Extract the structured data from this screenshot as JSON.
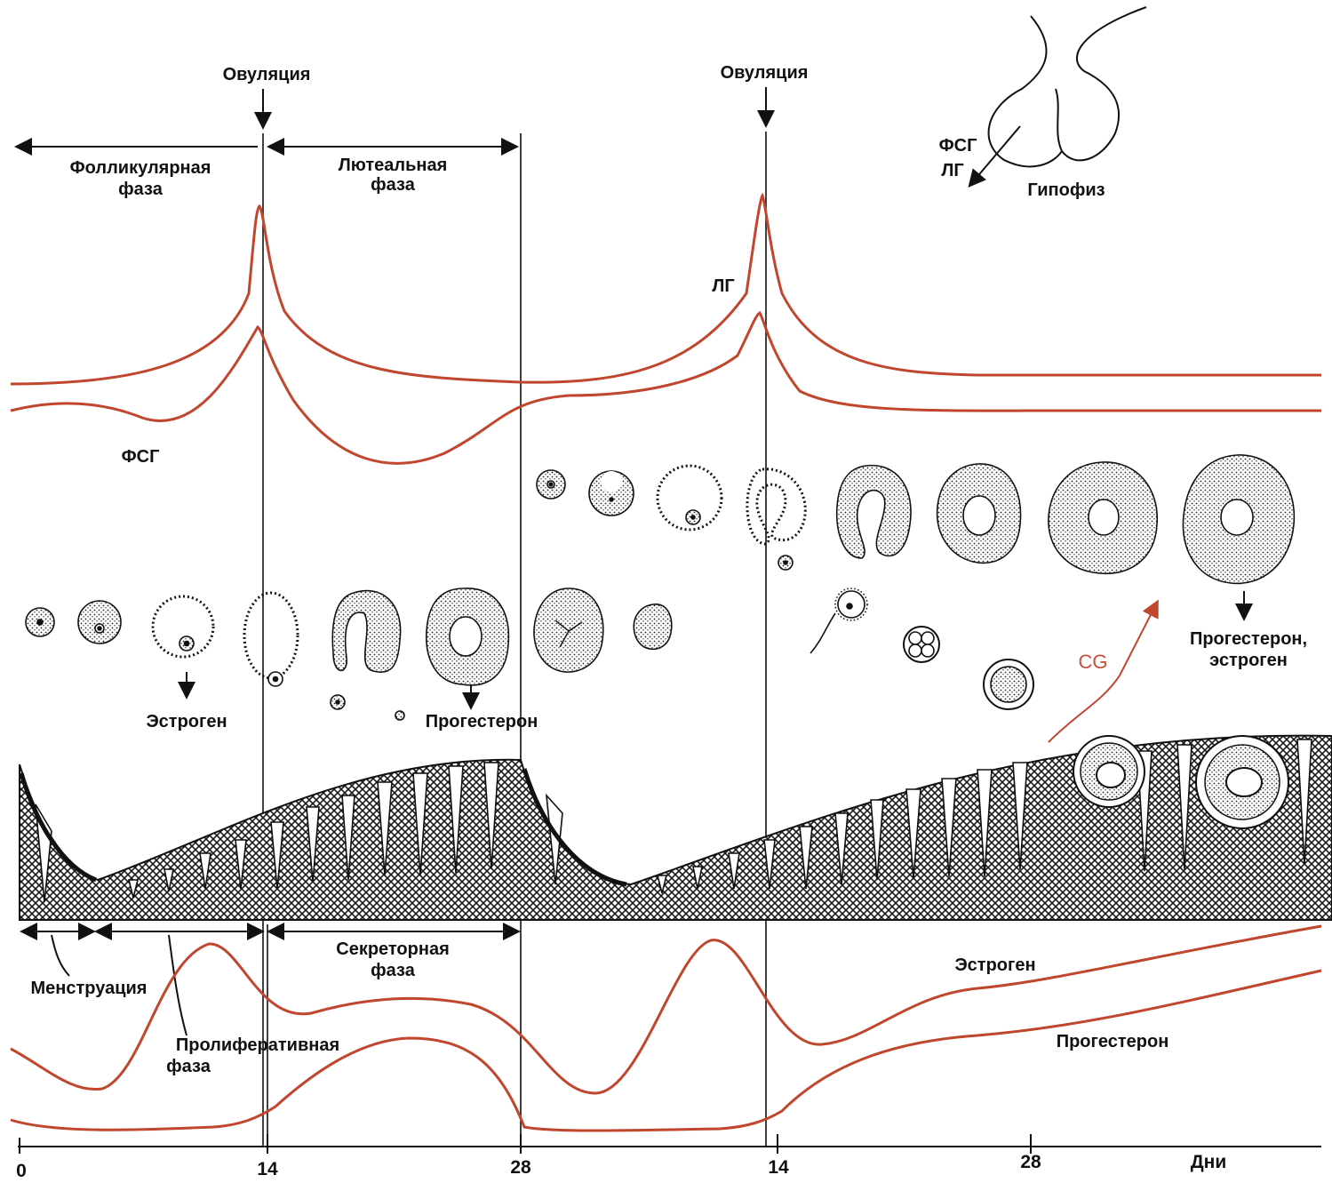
{
  "labels": {
    "ovulation_1": "Овуляция",
    "ovulation_2": "Овуляция",
    "follicular_1": "Фолликулярная",
    "follicular_2": "фаза",
    "luteal_1": "Лютеальная",
    "luteal_2": "фаза",
    "pituitary": "Гипофиз",
    "pit_fsh": "ФСГ",
    "pit_lh": "ЛГ",
    "lh": "ЛГ",
    "fsh": "ФСГ",
    "estrogen_top": "Эстроген",
    "progesterone_top": "Прогестерон",
    "prog_estr_1": "Прогестерон,",
    "prog_estr_2": "эстроген",
    "cg": "CG",
    "menstruation": "Менструация",
    "proliferative_1": "Пролиферативная",
    "proliferative_2": "фаза",
    "secretory_1": "Секреторная",
    "secretory_2": "фаза",
    "estrogen_bottom": "Эстроген",
    "progesterone_bottom": "Прогестерон"
  },
  "axis": {
    "ticks": [
      "0",
      "14",
      "28",
      "14",
      "28"
    ],
    "unit": "Дни"
  },
  "colors": {
    "hormone_curve": "#c0462e",
    "line": "#111111",
    "tissue": "#1a1a1a"
  }
}
